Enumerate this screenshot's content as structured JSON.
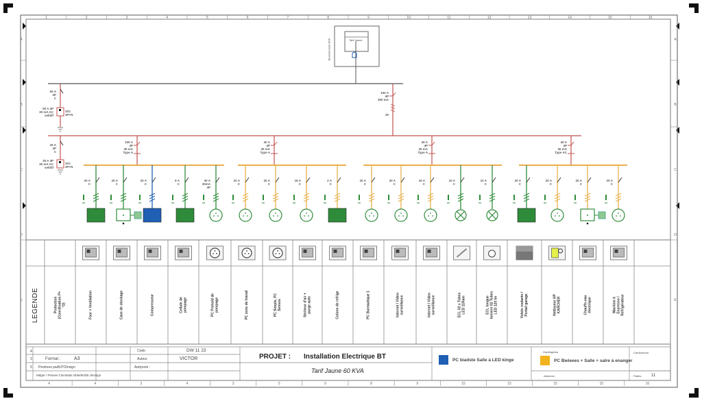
{
  "colors": {
    "red": "#c0504d",
    "orange": "#e8b04a",
    "green": "#2e8b3a",
    "blue": "#1f5fb4",
    "line": "#444444",
    "yellow": "#f2b41c"
  },
  "frame": {
    "column_numbers": [
      "1",
      "2",
      "3",
      "4",
      "5",
      "6",
      "7",
      "8",
      "9",
      "10",
      "11",
      "12",
      "13",
      "14",
      "15",
      "16"
    ],
    "bottom_numbers": [
      "4",
      "4",
      "3",
      "4",
      "3",
      "5",
      "9",
      "8",
      "9",
      "15",
      "15",
      "15",
      "15",
      "16"
    ],
    "row_letters": [
      "A",
      "B",
      "C",
      "D",
      "E"
    ]
  },
  "meter": {
    "label": "Branchement EDF",
    "sub_label": "Tarif Jaune"
  },
  "feeders": {
    "left_top": {
      "breaker": "50 A\n4P\nC",
      "diff": "50 A 4P\n30 mA AC\nsel/dif",
      "side": "S/O\n3P+N"
    },
    "right_top": {
      "breaker": "100 A\n4P\n300 mA",
      "cable": "25"
    },
    "left_sub": {
      "breaker": "25 A\n4P\nC",
      "diff": "25 A 4P\n30 mA AC\nsel/dif",
      "side": "S/O\n3P+N"
    }
  },
  "groups": [
    {
      "diff": "100 A\n4P\n30 mA\nType A",
      "branches": [
        {
          "rating": "20 A\nC",
          "color": "green",
          "load": "square-green"
        },
        {
          "rating": "20 A\nC",
          "color": "green",
          "load": "box-motor"
        },
        {
          "rating": "20 A\nC",
          "color": "blue",
          "load": "square-blue"
        },
        {
          "rating": "6 A\nC",
          "color": "green",
          "load": "square-green"
        },
        {
          "rating": "30 A\n30mA\n3P",
          "color": "green",
          "load": "outlet-green"
        }
      ]
    },
    {
      "diff": "40 A\n4P\n30 mA\nType A",
      "branches": [
        {
          "rating": "20 A\nC",
          "color": "orange",
          "load": "outlet-green"
        },
        {
          "rating": "20 A\nC",
          "color": "orange",
          "load": "outlet-green"
        },
        {
          "rating": "16 A\nC",
          "color": "orange",
          "load": "outlet-green"
        },
        {
          "rating": "2 A\nC",
          "color": "orange",
          "load": "square-green"
        }
      ]
    },
    {
      "diff": "40 A\n4P\n30 mA\nType A",
      "branches": [
        {
          "rating": "20 A\nC",
          "color": "orange",
          "load": "outlet-green"
        },
        {
          "rating": "20 A\nC",
          "color": "orange",
          "load": "outlet-green"
        },
        {
          "rating": "16 A\nC",
          "color": "orange",
          "load": "outlet-green"
        },
        {
          "rating": "10 A\nC",
          "color": "green",
          "load": "lamp"
        },
        {
          "rating": "10 A\nC",
          "color": "green",
          "load": "lamp"
        }
      ]
    },
    {
      "diff": "40 A\n4P\n30 mA\nType AC",
      "branches": [
        {
          "rating": "20 A\nC",
          "color": "green",
          "load": "square-green"
        },
        {
          "rating": "20 A\nC",
          "color": "orange",
          "load": "outlet-green"
        },
        {
          "rating": "20 A\nC",
          "color": "orange",
          "load": "box-motor"
        },
        {
          "rating": "20 A\nC",
          "color": "orange",
          "load": "outlet-green"
        }
      ]
    }
  ],
  "legend": {
    "title": "LEGENDE",
    "columns": [
      {
        "label": "Protection (Coordination P+°D)",
        "icon": "none"
      },
      {
        "label": "Four + Ventilation",
        "icon": "oven"
      },
      {
        "label": "Cave de stockage",
        "icon": "cabinet"
      },
      {
        "label": "Compresseur",
        "icon": "compressor"
      },
      {
        "label": "Cellule de pompage",
        "icon": "pump-cell"
      },
      {
        "label": "PC Prehold de pompage",
        "icon": "outlet"
      },
      {
        "label": "PC zone de travail",
        "icon": "outlet"
      },
      {
        "label": "PC Simple, PC Sensos",
        "icon": "outlet"
      },
      {
        "label": "Sécheur d'air + purge auto",
        "icon": "dryer"
      },
      {
        "label": "Colone de refrige",
        "icon": "fridge"
      },
      {
        "label": "PC Bureautique 1",
        "icon": "computer"
      },
      {
        "label": "Internet / Video surveillance",
        "icon": "computer"
      },
      {
        "label": "Internet / Video surveillance",
        "icon": "camera"
      },
      {
        "label": "ECL 02 x Tubes LED 11Ram",
        "icon": "led-tube"
      },
      {
        "label": "ECL longue lumiere 02 Tubes LED 120 lm",
        "icon": "lamp"
      },
      {
        "label": "Volets roulants / Portail garage",
        "icon": "shutter"
      },
      {
        "label": "Nettoyeur HP KARCHER",
        "icon": "pressure-washer"
      },
      {
        "label": "Chauffe-eau électrique",
        "icon": "water-heater"
      },
      {
        "label": "Machine à Expresso / Refrigérateur",
        "icon": "coffee-machine"
      },
      {
        "label": "",
        "icon": "none"
      }
    ]
  },
  "title_block": {
    "rows": [
      "4",
      "3",
      "5",
      ""
    ],
    "format_label": "Format :",
    "format_value": "A3",
    "drawn_label": "Pestrees pair :",
    "drawn_value": "5.POInsign",
    "note": "Mdger / Pesses Clomitads Oble/8n/Db.Ji/Insign",
    "code_label": "Code",
    "code_value": "DW 11 23",
    "author_label": "Auteur",
    "author_value": "VICTOR",
    "approved_label": "Autrponé :",
    "project_label": "PROJET :",
    "project_value": "Installation Electrique BT",
    "subtitle": "Tarif Jaune 60 KVA",
    "legend_blue": "PC biadste Salle à LED kinge",
    "legend_orange_header": "Gardingetea",
    "legend_orange": "PC Bwieees + Salle + salre à enanger",
    "address_label": "Adonnes",
    "right_header": "Cardonneca",
    "pages_label": "Pattes",
    "pages_value": "11"
  }
}
